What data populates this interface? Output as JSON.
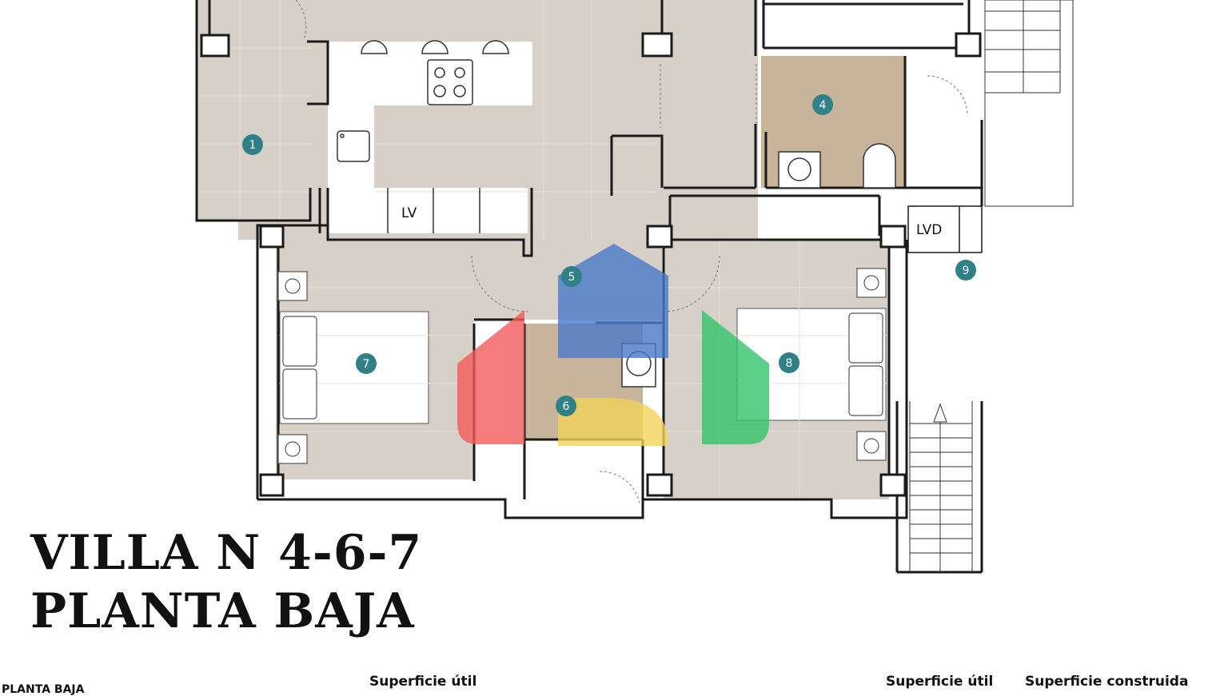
{
  "plan": {
    "rooms": [
      {
        "id": "room-1",
        "number": "1"
      },
      {
        "id": "room-4",
        "number": "4"
      },
      {
        "id": "room-5",
        "number": "5"
      },
      {
        "id": "room-6",
        "number": "6"
      },
      {
        "id": "room-7",
        "number": "7"
      },
      {
        "id": "room-8",
        "number": "8"
      },
      {
        "id": "room-9",
        "number": "9"
      }
    ],
    "labels": {
      "lv": "LV",
      "lvd": "LVD"
    },
    "colors": {
      "floor": "#d7d0c8",
      "bath_floor": "#c8b49b",
      "wall": "#1a1a1a",
      "badge": "#2f8187",
      "watermark_blue": "#4a79c9",
      "watermark_red": "#f25b5b",
      "watermark_yellow": "#f3d35a",
      "watermark_green": "#33c46c"
    }
  },
  "title": {
    "line1": "VILLA N 4-6-7",
    "line2": "PLANTA BAJA"
  },
  "footer": {
    "left": "PLANTA BAJA",
    "col_center": "Superficie útil",
    "col_right1": "Superficie útil",
    "col_right2": "Superficie construida"
  }
}
